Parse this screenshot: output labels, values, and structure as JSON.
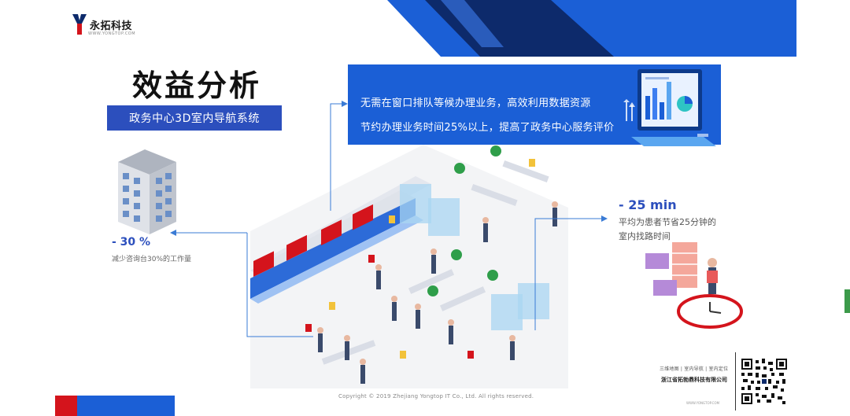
{
  "logo": {
    "name": "永拓科技",
    "sub": "WWW.YONGTOP.COM"
  },
  "title": "效益分析",
  "subtitle": "政务中心3D室内导航系统",
  "info": {
    "line1": "无需在窗口排队等候办理业务，高效利用数据资源",
    "line2": "节约办理业务时间25%以上，提高了政务中心服务评价"
  },
  "left_stat": {
    "value": "- 30 %",
    "desc": "减少咨询台30%的工作量"
  },
  "right_stat": {
    "value": "- 25 min",
    "line1": "平均为患者节省25分钟的",
    "line2": "室内找路时间"
  },
  "copyright": "Copyright © 2019 Zhejiang Yongtop IT Co., Ltd. All rights reserved.",
  "company": {
    "tagline": "三维地图 | 室内导航 | 室内定位",
    "name": "浙江省拓勃鼎科技有限公司",
    "website": "WWW.YONGTOP.COM"
  },
  "colors": {
    "brand_blue": "#1b5fd6",
    "accent_blue": "#2c4fbd",
    "navy": "#0d2a6b",
    "red": "#d4141c"
  }
}
